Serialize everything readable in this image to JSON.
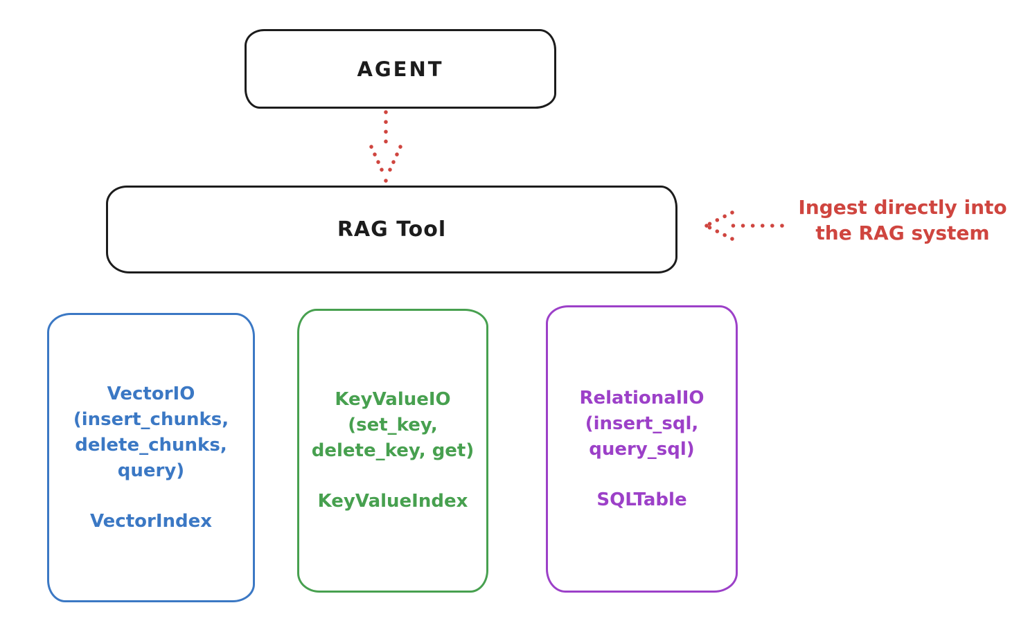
{
  "canvas": {
    "background": "#ffffff"
  },
  "colors": {
    "ink": "#1c1c1c",
    "red": "#cf453f",
    "blue": "#3b78c4",
    "green": "#47a04f",
    "purple": "#9c40c8"
  },
  "agent": {
    "label": "AGENT"
  },
  "rag_tool": {
    "label": "RAG Tool"
  },
  "annotation": {
    "text": "Ingest directly into\nthe RAG system"
  },
  "storage_boxes": [
    {
      "id": "vector-io",
      "body": "VectorIO\n(insert_chunks,\ndelete_chunks,\nquery)",
      "footer": "VectorIndex",
      "color": "#3b78c4"
    },
    {
      "id": "keyvalue-io",
      "body": "KeyValueIO\n(set_key,\ndelete_key, get)",
      "footer": "KeyValueIndex",
      "color": "#47a04f"
    },
    {
      "id": "relational-io",
      "body": "RelationalIO\n(insert_sql,\nquery_sql)",
      "footer": "SQLTable",
      "color": "#9c40c8"
    }
  ]
}
